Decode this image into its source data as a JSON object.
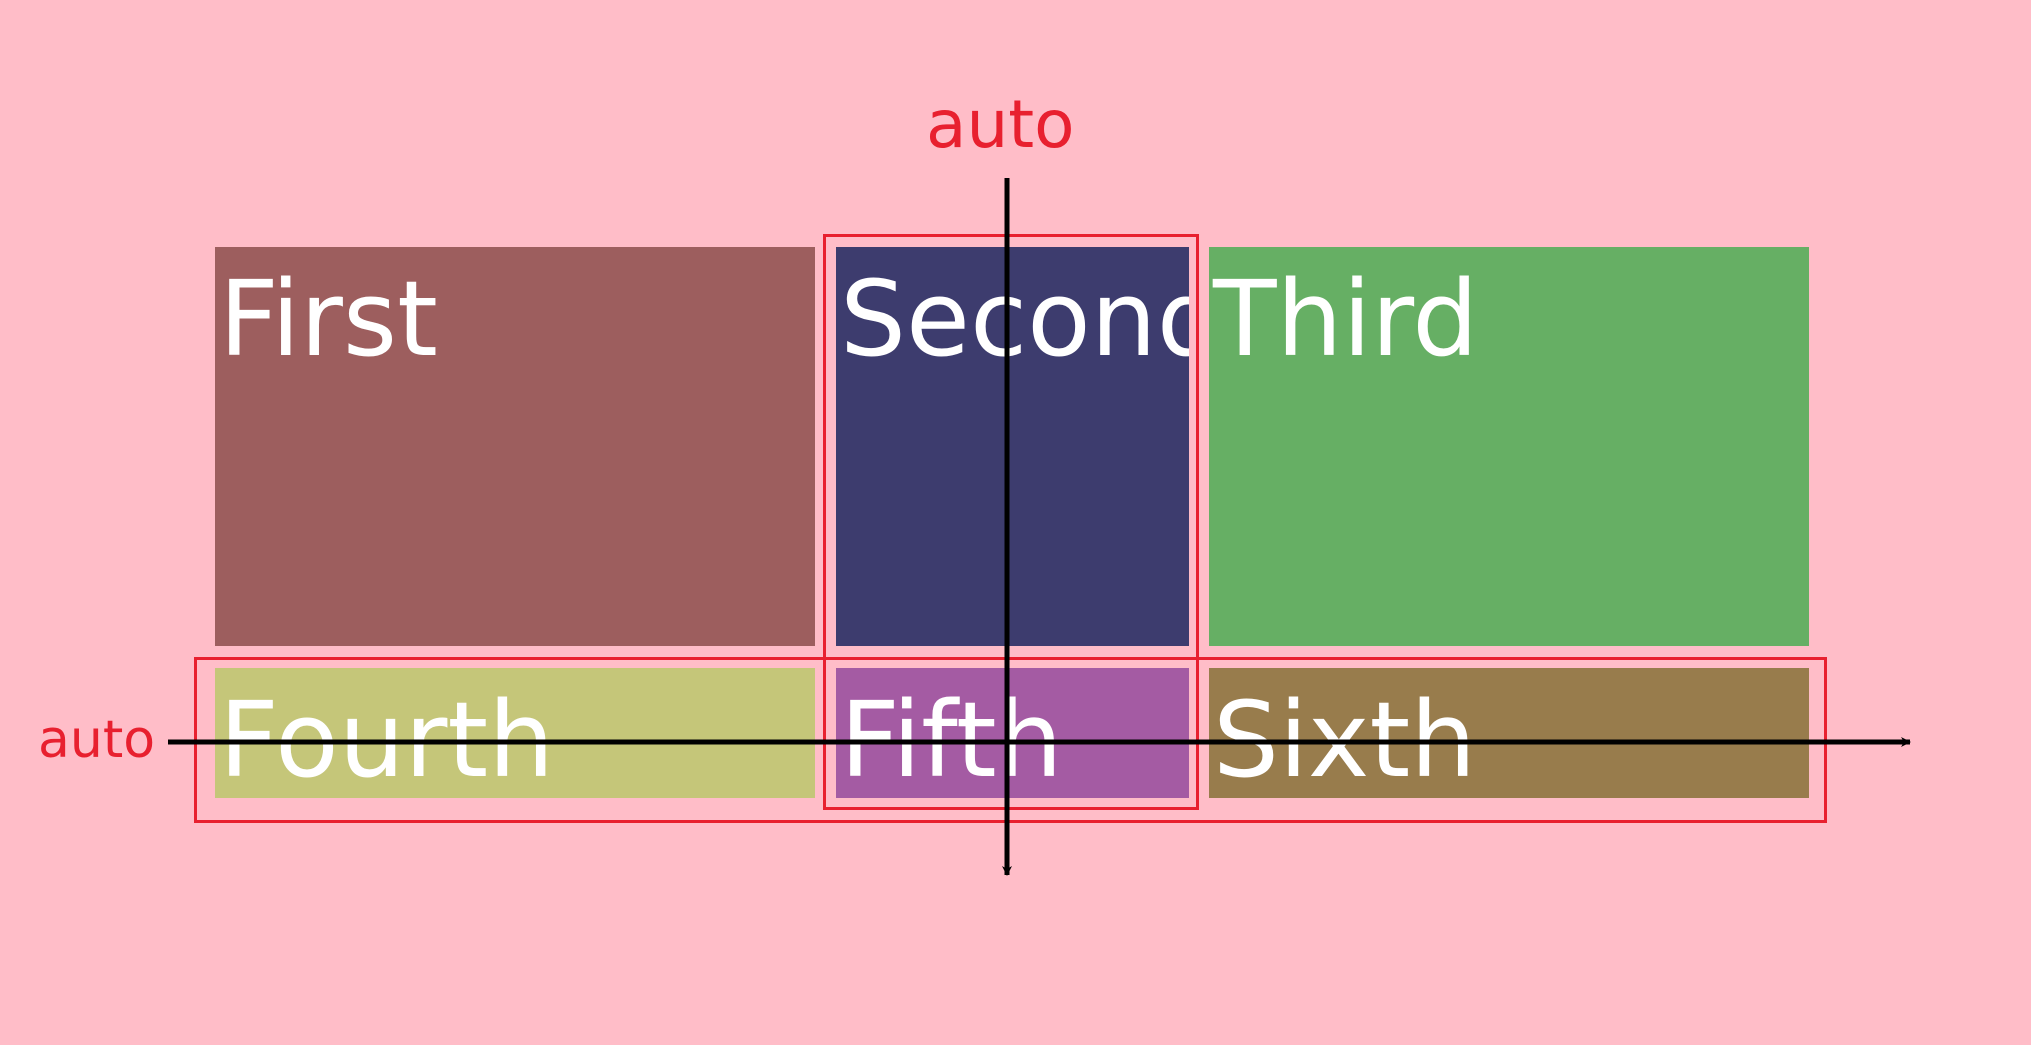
{
  "cells": {
    "first": "First",
    "second": "Second",
    "third": "Third",
    "fourth": "Fourth",
    "fifth": "Fifth",
    "sixth": "Sixth"
  },
  "labels": {
    "column_track": "auto",
    "row_track": "auto"
  },
  "colors": {
    "background": "#ffbdc8",
    "first": "#9d5e5e",
    "second": "#3d3c6e",
    "third": "#66af64",
    "fourth": "#c5c679",
    "fifth": "#a45ba3",
    "sixth": "#987c4c",
    "highlight": "#e8202f",
    "arrow": "#000000"
  }
}
